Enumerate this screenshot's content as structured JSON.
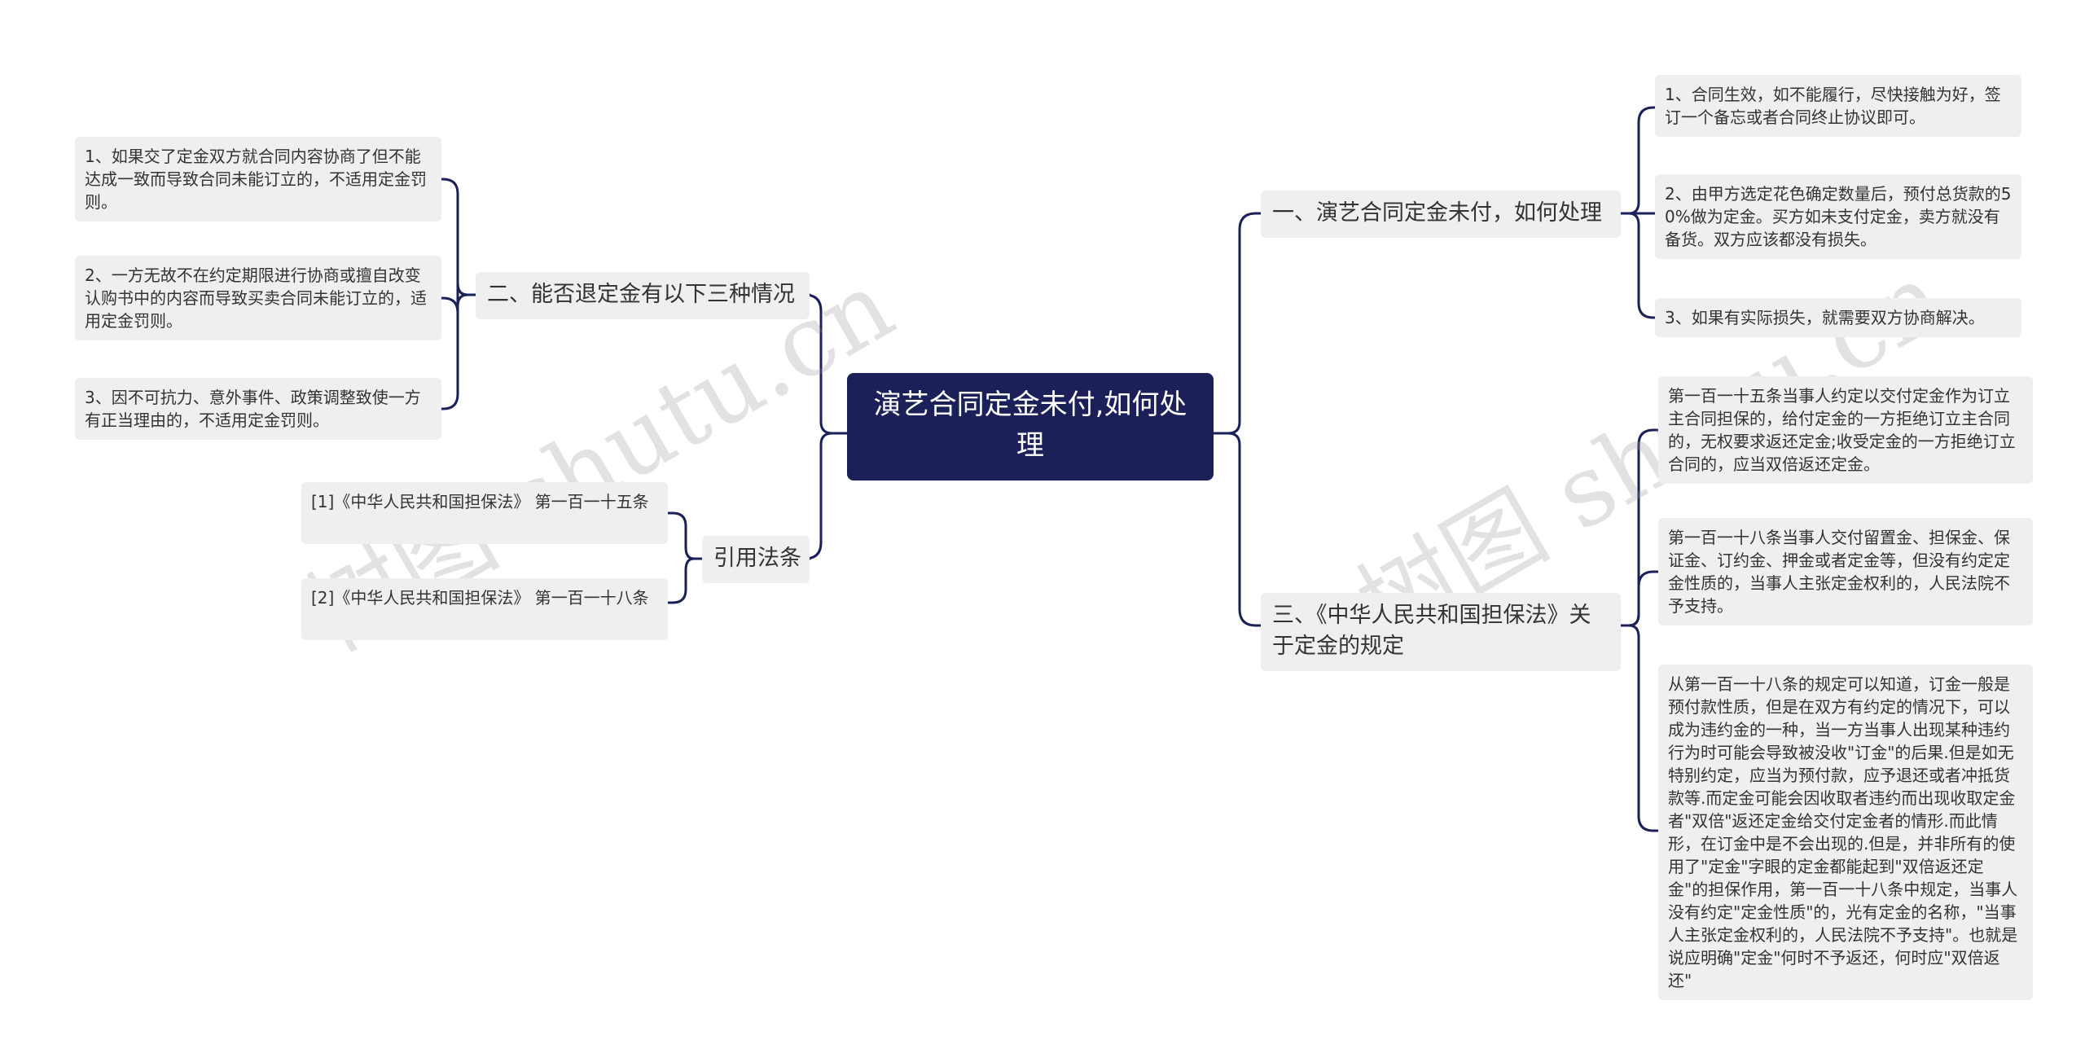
{
  "root": {
    "title": "演艺合同定金未付,如何处理"
  },
  "branches": {
    "b1": {
      "label": "一、演艺合同定金未付，如何处理"
    },
    "b2": {
      "label": "二、能否退定金有以下三种情况"
    },
    "b3": {
      "label": "三、《中华人民共和国担保法》关于定金的规定"
    },
    "b4": {
      "label": "引用法条"
    }
  },
  "leaves": {
    "b1": [
      "1、合同生效，如不能履行，尽快接触为好，签订一个备忘或者合同终止协议即可。",
      "2、由甲方选定花色确定数量后，预付总货款的50%做为定金。买方如未支付定金，卖方就没有备货。双方应该都没有损失。",
      "3、如果有实际损失，就需要双方协商解决。"
    ],
    "b2": [
      "1、如果交了定金双方就合同内容协商了但不能达成一致而导致合同未能订立的，不适用定金罚则。",
      "2、一方无故不在约定期限进行协商或擅自改变认购书中的内容而导致买卖合同未能订立的，适用定金罚则。",
      "3、因不可抗力、意外事件、政策调整致使一方有正当理由的，不适用定金罚则。"
    ],
    "b3": [
      "第一百一十五条当事人约定以交付定金作为订立主合同担保的，给付定金的一方拒绝订立主合同的，无权要求返还定金;收受定金的一方拒绝订立合同的，应当双倍返还定金。",
      "第一百一十八条当事人交付留置金、担保金、保证金、订约金、押金或者定金等，但没有约定定金性质的，当事人主张定金权利的，人民法院不予支持。",
      "从第一百一十八条的规定可以知道，订金一般是预付款性质，但是在双方有约定的情况下，可以成为违约金的一种，当一方当事人出现某种违约行为时可能会导致被没收\"订金\"的后果.但是如无特别约定，应当为预付款，应予退还或者冲抵货款等.而定金可能会因收取者违约而出现收取定金者\"双倍\"返还定金给交付定金者的情形.而此情形，在订金中是不会出现的.但是，并非所有的使用了\"定金\"字眼的定金都能起到\"双倍返还定金\"的担保作用，第一百一十八条中规定，当事人没有约定\"定金性质\"的，光有定金的名称，\"当事人主张定金权利的，人民法院不予支持\"。也就是说应明确\"定金\"何时不予返还，何时应\"双倍返还\""
    ],
    "b4": [
      "[1]《中华人民共和国担保法》 第一百一十五条",
      "[2]《中华人民共和国担保法》 第一百一十八条"
    ]
  },
  "watermark": {
    "text": "树图 shutu.cn"
  },
  "colors": {
    "root_bg": "#1b2158",
    "node_bg": "#efefef",
    "connector": "#1b2158",
    "text": "#333333"
  }
}
